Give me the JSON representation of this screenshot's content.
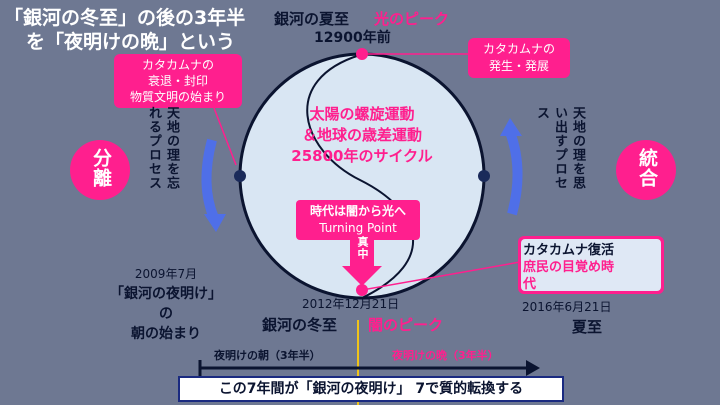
{
  "headline": {
    "line1": "「銀河の冬至」の後の3年半",
    "line2": "を「夜明けの晩」という"
  },
  "top": {
    "summer": "銀河の夏至",
    "light_peak": "光のピーク",
    "years_ago": "12900年前"
  },
  "center": {
    "line1": "太陽の螺旋運動",
    "line2": "＆地球の歳差運動",
    "line3": "25800年のサイクル"
  },
  "callouts": {
    "top_right": {
      "line1": "カタカムナの",
      "line2": "発生・発展"
    },
    "top_left": {
      "line1": "カタカムナの",
      "line2": "衰退・封印",
      "line3": "物質文明の始まり"
    },
    "turning": {
      "line1": "時代は闇から光へ",
      "line2": "Turning Point"
    },
    "middle_tag": "真中",
    "revival": {
      "line1": "カタカムナ復活",
      "line2": "庶民の目覚め時",
      "line3": "代"
    }
  },
  "left_side": {
    "badge": "分離",
    "process": "天地の理を忘れるプロセス"
  },
  "right_side": {
    "badge": "統合",
    "process": "天地の理を思い出すプロセス"
  },
  "dates": {
    "left_date": "2009年7月",
    "left_l1": "「銀河の夜明け」",
    "left_l2": "の",
    "left_l3": "朝の始まり",
    "bottom_date": "2012年12月21日",
    "winter": "銀河の冬至",
    "dark_peak": "闇のピーク",
    "right_date": "2016年6月21日",
    "summer2": "夏至"
  },
  "timeline": {
    "morning": "夜明けの朝（3年半）",
    "evening": "夜明けの晩（3年半）"
  },
  "footer": "この7年間が「銀河の夜明け」 7で質的転換する",
  "colors": {
    "background": "#6e7892",
    "accent_pink": "#ff1f8e",
    "circle_fill": "#d9e6f3",
    "arrow_blue": "#4f6fe8"
  }
}
